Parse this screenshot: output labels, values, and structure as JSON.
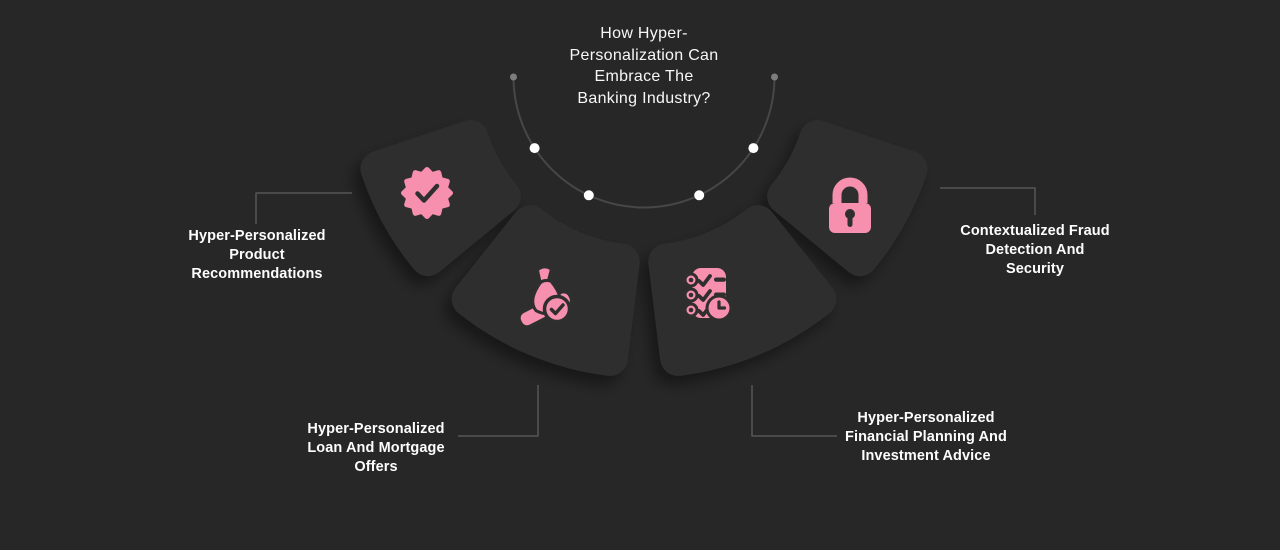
{
  "title": {
    "lines": [
      "How Hyper-",
      "Personalization Can",
      "Embrace The",
      "Banking Industry?"
    ]
  },
  "segments": [
    {
      "icon": "verified-badge-icon",
      "label_lines": [
        "Hyper-Personalized",
        "Product",
        "Recommendations"
      ]
    },
    {
      "icon": "money-bag-check-icon",
      "label_lines": [
        "Hyper-Personalized",
        "Loan And Mortgage",
        "Offers"
      ]
    },
    {
      "icon": "checklist-clock-icon",
      "label_lines": [
        "Hyper-Personalized",
        "Financial Planning And",
        "Investment Advice"
      ]
    },
    {
      "icon": "padlock-icon",
      "label_lines": [
        "Contextualized Fraud",
        "Detection And",
        "Security"
      ]
    }
  ],
  "colors": {
    "background": "#272727",
    "card": "#2f2f2f",
    "accent_pink": "#f78faf",
    "title_text": "#f7f7f7",
    "label_text": "#fdfdfd",
    "connector_line": "#565656",
    "arc_line": "#474747",
    "arc_dot_white": "#ffffff",
    "arc_dot_gray": "#7d7d7d"
  }
}
